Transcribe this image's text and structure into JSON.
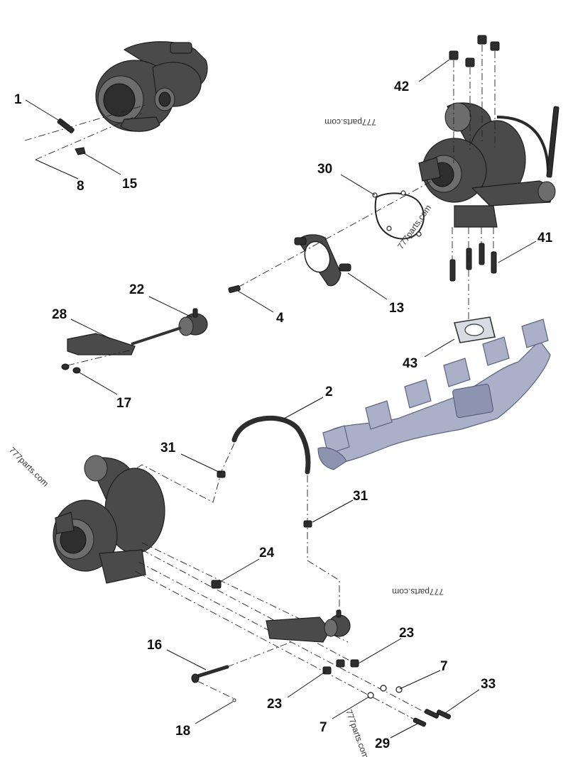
{
  "callouts": {
    "c1": "1",
    "c8": "8",
    "c15": "15",
    "c42": "42",
    "c30": "30",
    "c41": "41",
    "c4": "4",
    "c13": "13",
    "c22": "22",
    "c28": "28",
    "c17": "17",
    "c43": "43",
    "c2": "2",
    "c31a": "31",
    "c31b": "31",
    "c24": "24",
    "c23a": "23",
    "c16": "16",
    "c7a": "7",
    "c33": "33",
    "c23b": "23",
    "c18": "18",
    "c7b": "7",
    "c29": "29"
  },
  "watermarks": {
    "w1": "777parts.com",
    "w2": "777parts.com",
    "w3": "777parts.com",
    "w4": "777parts.com",
    "w5": "777parts.com"
  },
  "colors": {
    "part_gray": "#4a4a4a",
    "manifold_blue": "#a9b0c8",
    "label": "#111111"
  }
}
